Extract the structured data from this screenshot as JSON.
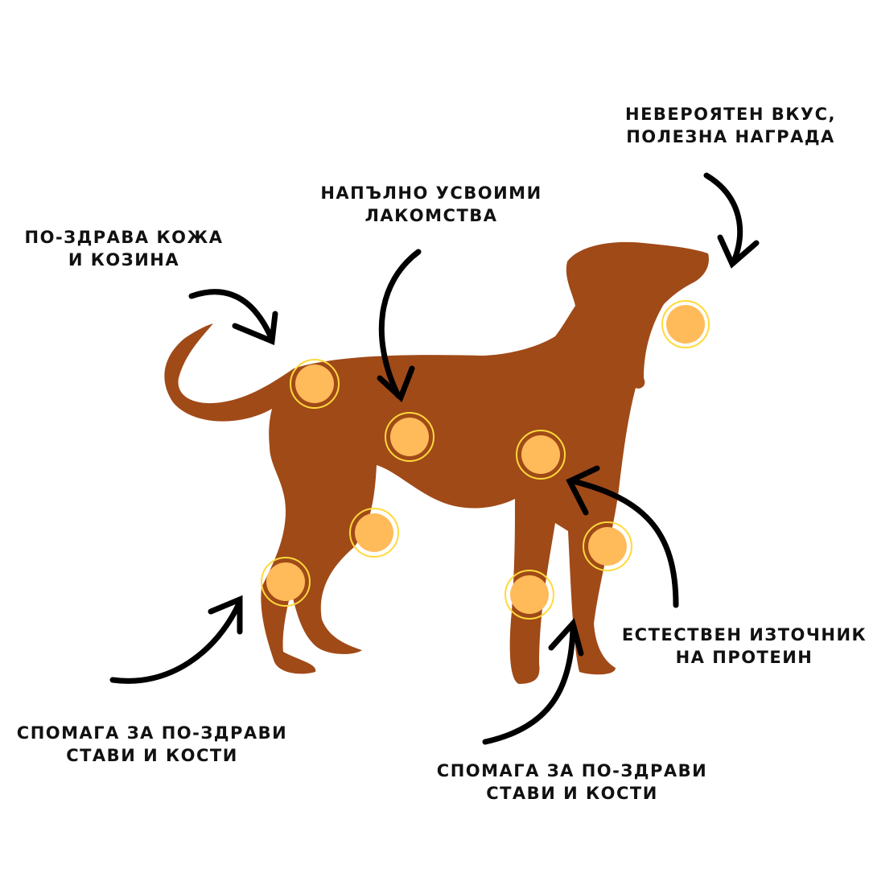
{
  "colors": {
    "dog": "#A04A18",
    "spot": "#FFBB5A",
    "ring": "#FFD93A",
    "arrow": "#000000"
  },
  "labels": {
    "taste": {
      "line1": "НЕВЕРОЯТЕН ВКУС,",
      "line2": "ПОЛЕЗНА НАГРАДА"
    },
    "digestible": {
      "line1": "НАПЪЛНО УСВОИМИ",
      "line2": "ЛАКОМСТВА"
    },
    "skin": {
      "line1": "ПО-ЗДРАВА КОЖА",
      "line2": "И КОЗИНА"
    },
    "protein": {
      "line1": "ЕСТЕСТВЕН ИЗТОЧНИК",
      "line2": "НА ПРОТЕИН"
    },
    "joints_left": {
      "line1": "СПОМАГА ЗА ПО-ЗДРАВИ",
      "line2": "СТАВИ И КОСТИ"
    },
    "joints_right": {
      "line1": "СПОМАГА ЗА ПО-ЗДРАВИ",
      "line2": "СТАВИ И КОСТИ"
    }
  }
}
